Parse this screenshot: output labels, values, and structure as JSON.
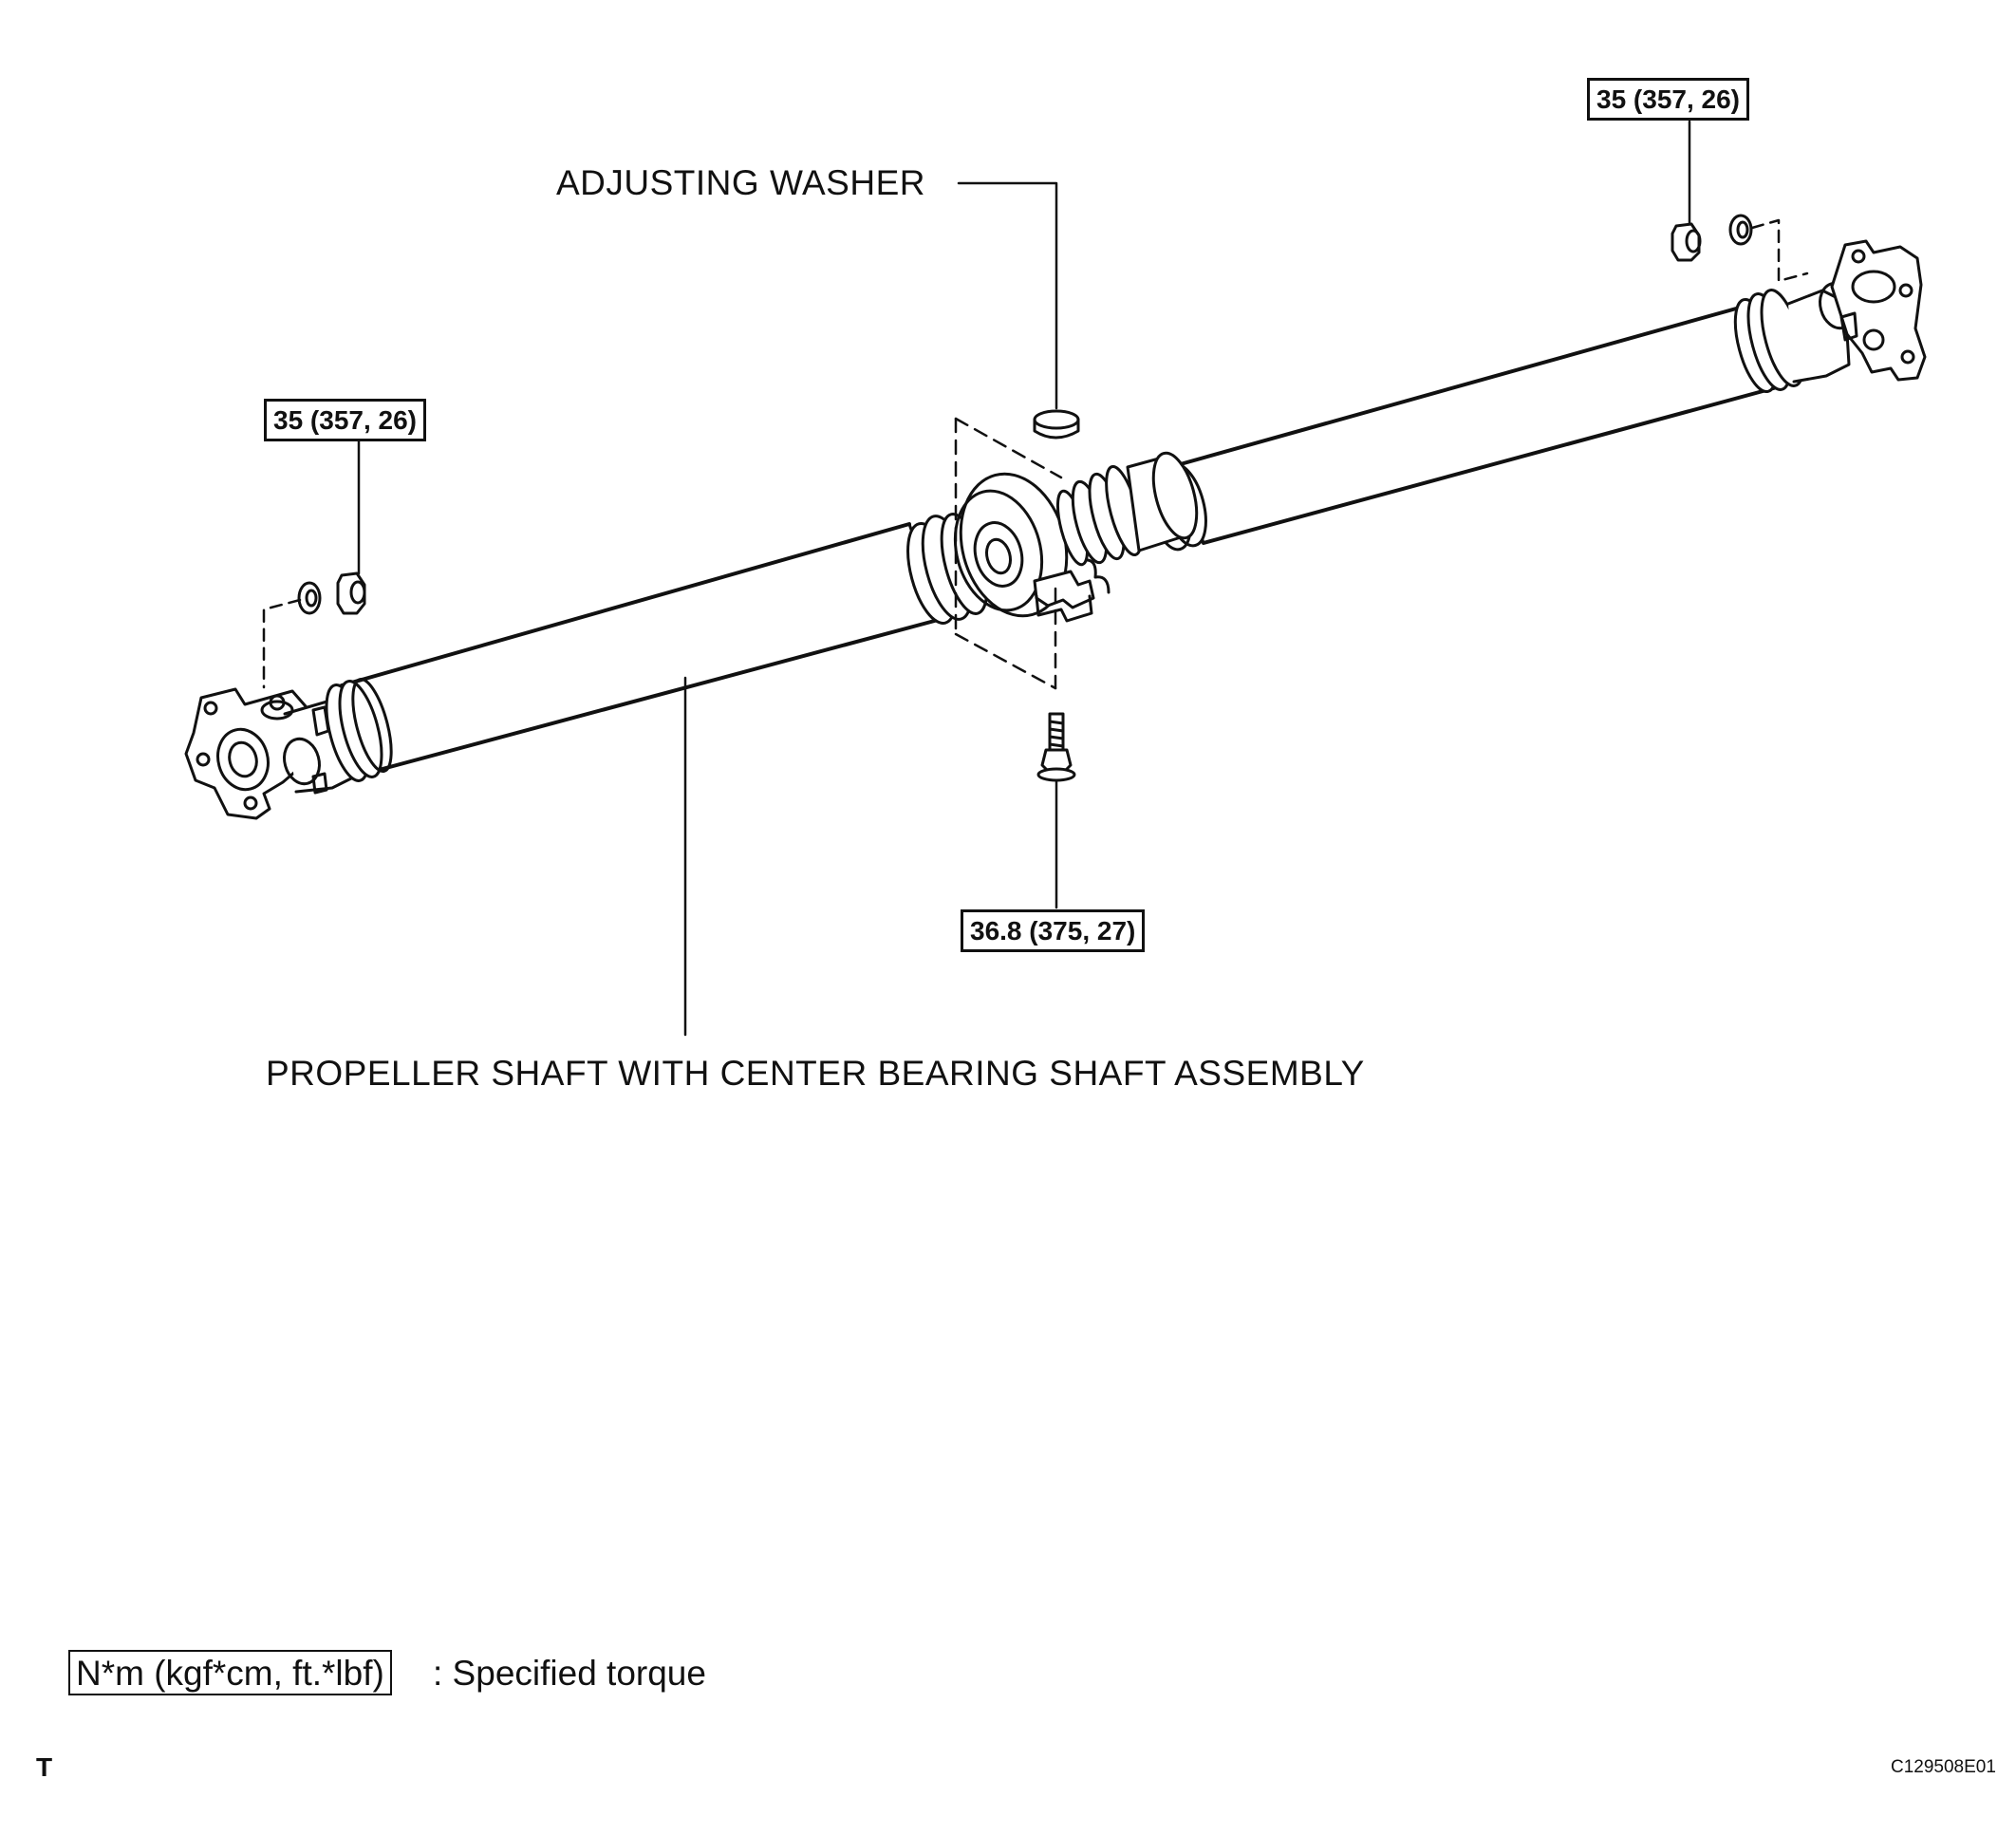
{
  "labels": {
    "adjusting_washer": "ADJUSTING WASHER",
    "propeller_shaft": "PROPELLER SHAFT WITH CENTER BEARING SHAFT ASSEMBLY"
  },
  "torque_specs": {
    "top_right": "35 (357, 26)",
    "left": "35 (357, 26)",
    "center_bolt": "36.8 (375, 27)"
  },
  "legend": {
    "units": "N*m (kgf*cm, ft.*lbf)",
    "description": ": Specified torque"
  },
  "footer": {
    "corner_mark": "T",
    "figure_code": "C129508E01"
  },
  "colors": {
    "line": "#111111",
    "background": "#ffffff"
  }
}
